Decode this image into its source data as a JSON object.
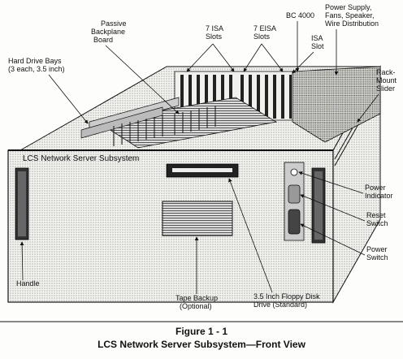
{
  "labels": {
    "passive_backplane": [
      "Passive",
      "Backplane",
      "Board"
    ],
    "isa_slots": [
      "7 ISA",
      "Slots"
    ],
    "eisa_slots": [
      "7 EISA",
      "Slots"
    ],
    "bc4000": [
      "BC 4000"
    ],
    "isa_slot": [
      "ISA",
      "Slot"
    ],
    "power_supply": [
      "Power Supply,",
      "Fans, Speaker,",
      "Wire Distribution"
    ],
    "hard_drive_bays": [
      "Hard Drive Bays",
      "(3 each, 3.5 inch)"
    ],
    "rack_mount_slider": [
      "Rack-",
      "Mount",
      "Slider"
    ],
    "panel_title": "LCS Network Server Subsystem",
    "power_indicator": [
      "Power",
      "Indicator"
    ],
    "reset_switch": [
      "Reset",
      "Switch"
    ],
    "power_switch": [
      "Power",
      "Switch"
    ],
    "handle": "Handle",
    "tape_backup": [
      "Tape Backup",
      "(Optional)"
    ],
    "floppy": [
      "3.5 Inch Floppy Disk",
      "Drive (Standard)"
    ]
  },
  "caption": {
    "figure_number": "Figure 1 - 1",
    "title": "LCS Network Server Subsystem—Front View"
  }
}
